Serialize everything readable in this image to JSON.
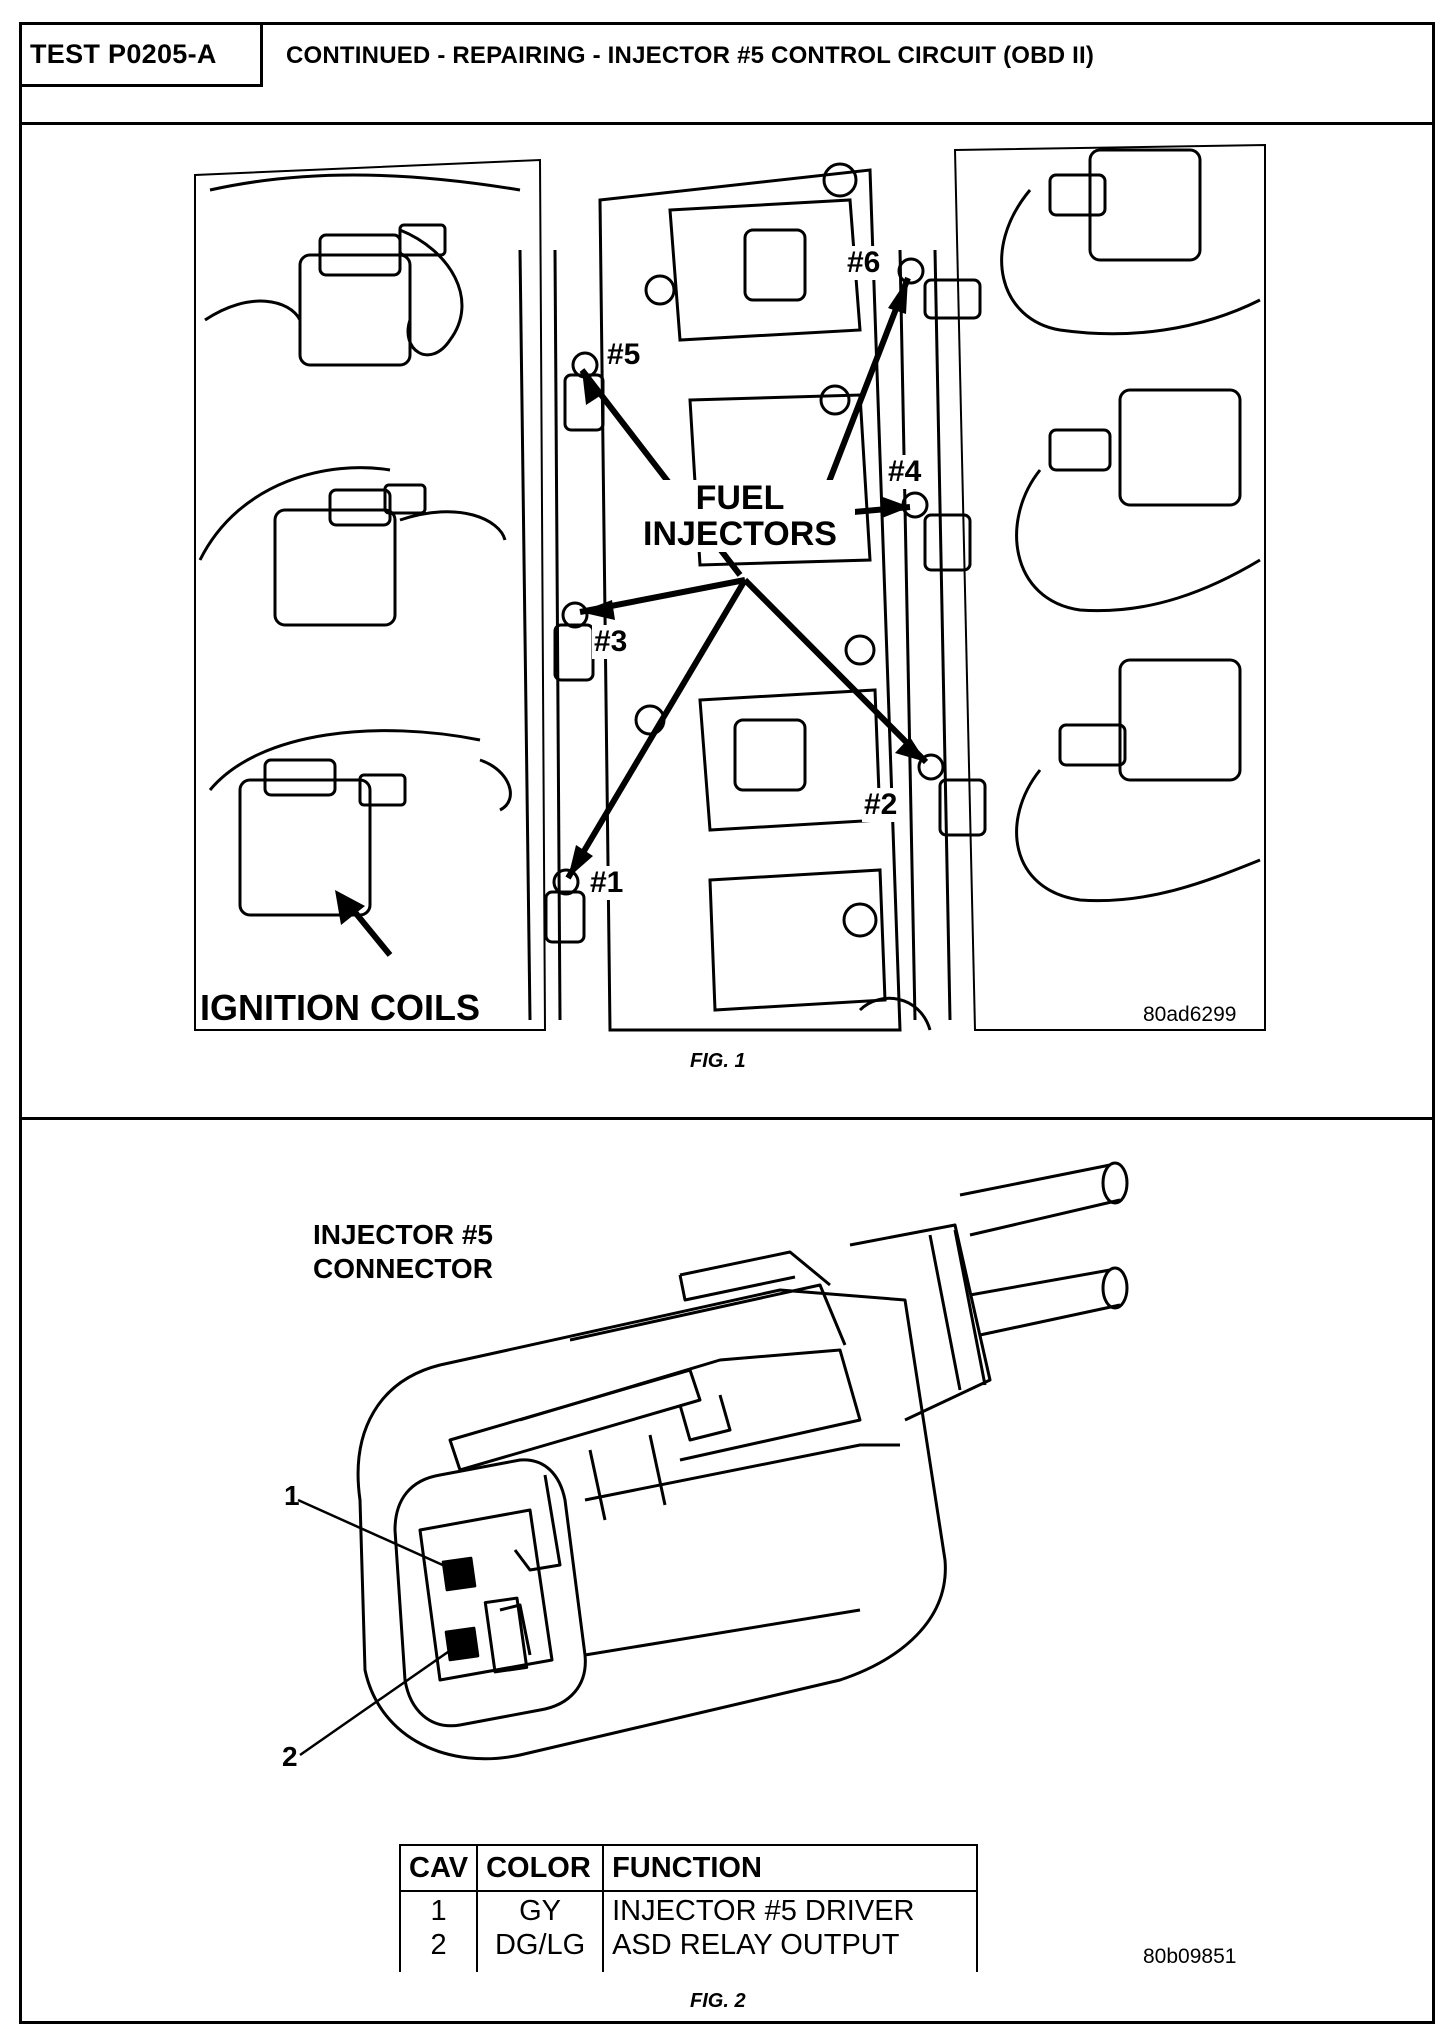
{
  "header": {
    "test_id": "TEST P0205-A",
    "title": "CONTINUED - REPAIRING - INJECTOR #5 CONTROL CIRCUIT (OBD II)"
  },
  "fig1": {
    "caption": "FIG. 1",
    "ref_code": "80ad6299",
    "callout_fuel": "FUEL\nINJECTORS",
    "callout_coils": "IGNITION COILS",
    "injectors": [
      "#1",
      "#2",
      "#3",
      "#4",
      "#5",
      "#6"
    ]
  },
  "fig2": {
    "caption": "FIG. 2",
    "ref_code": "80b09851",
    "connector_title": "INJECTOR #5\nCONNECTOR",
    "pin_labels": [
      "1",
      "2"
    ],
    "table": {
      "headers": [
        "CAV",
        "COLOR",
        "FUNCTION"
      ],
      "rows": [
        {
          "cav": "1",
          "color": "GY",
          "function": "INJECTOR #5 DRIVER"
        },
        {
          "cav": "2",
          "color": "DG/LG",
          "function": "ASD RELAY OUTPUT"
        }
      ]
    }
  }
}
